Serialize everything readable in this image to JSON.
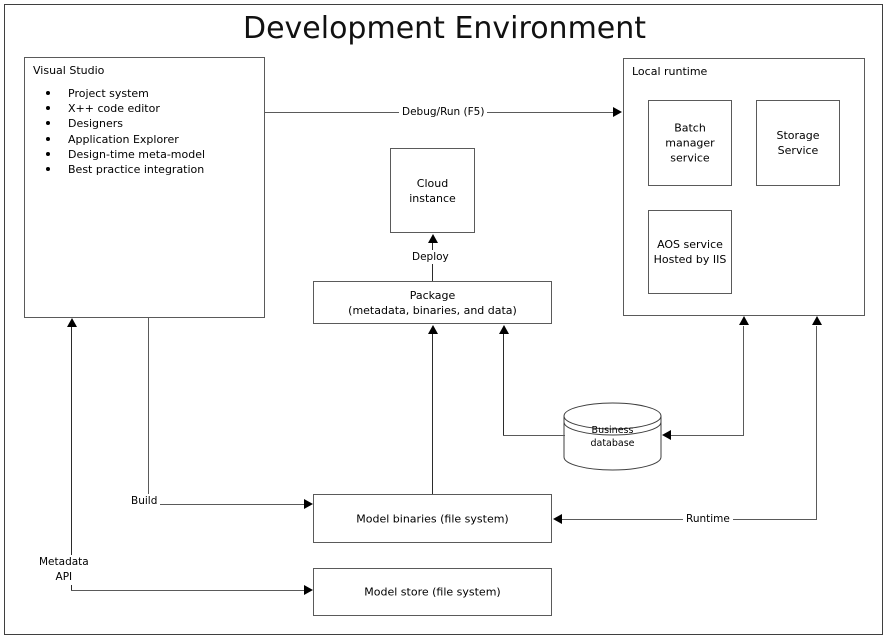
{
  "title": "Development Environment",
  "visual_studio": {
    "label": "Visual Studio",
    "features": [
      "Project system",
      "X++ code editor",
      "Designers",
      "Application Explorer",
      "Design-time meta-model",
      "Best practice integration"
    ]
  },
  "local_runtime": {
    "label": "Local runtime",
    "services": [
      {
        "name": "batch-manager-service",
        "text": "Batch\nmanager\nservice",
        "line1": "Batch",
        "line2": "manager",
        "line3": "service"
      },
      {
        "name": "storage-service",
        "text": "Storage\nService",
        "line1": "Storage",
        "line2": "Service",
        "line3": ""
      },
      {
        "name": "aos-service",
        "text": "AOS service\nHosted by IIS",
        "line1": "AOS service",
        "line2": "Hosted by IIS",
        "line3": ""
      }
    ]
  },
  "cloud_instance": {
    "line1": "Cloud",
    "line2": "instance"
  },
  "package": {
    "line1": "Package",
    "line2": "(metadata, binaries, and data)"
  },
  "model_binaries": {
    "label": "Model binaries (file system)"
  },
  "model_store": {
    "label": "Model store (file system)"
  },
  "business_database": {
    "line1": "Business",
    "line2": "database"
  },
  "edges": {
    "debug_run": "Debug/Run (F5)",
    "deploy": "Deploy",
    "build": "Build",
    "metadata_api_line1": "Metadata",
    "metadata_api_line2": "API",
    "runtime": "Runtime"
  },
  "colors": {
    "stroke": "#5a5a5a",
    "arrow": "#000000",
    "text": "#000000",
    "background": "#ffffff",
    "frame": "#3f3f3f"
  }
}
